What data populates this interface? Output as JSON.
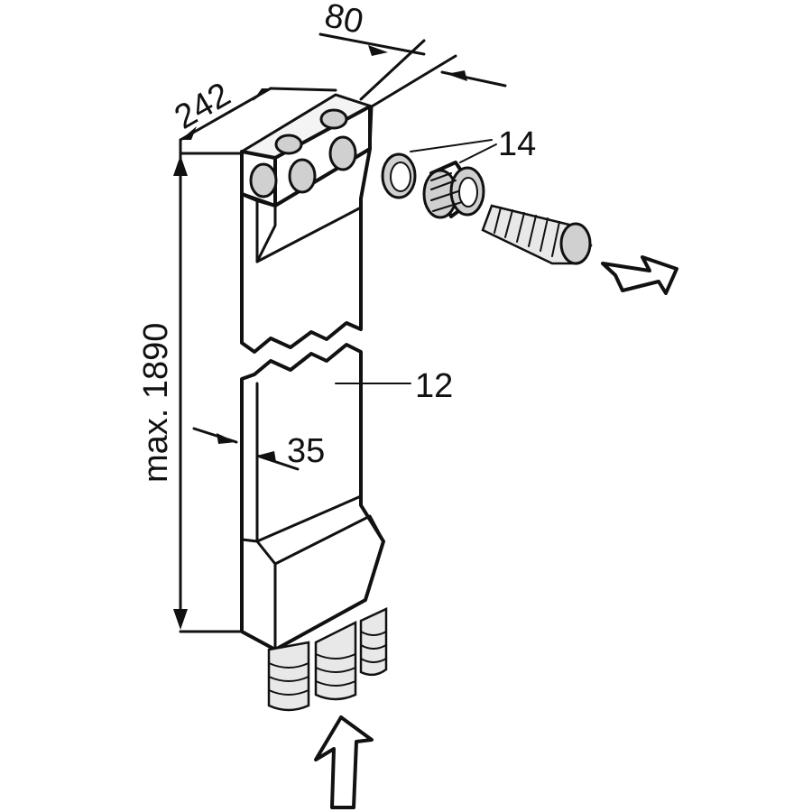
{
  "dimensions": {
    "depth": "80",
    "width": "242",
    "height": "max. 1890",
    "wall": "35"
  },
  "callouts": {
    "fittings": "14",
    "duct": "12"
  },
  "colors": {
    "stroke": "#111111",
    "fill": "#ffffff",
    "shade": "#d0d0d0"
  }
}
